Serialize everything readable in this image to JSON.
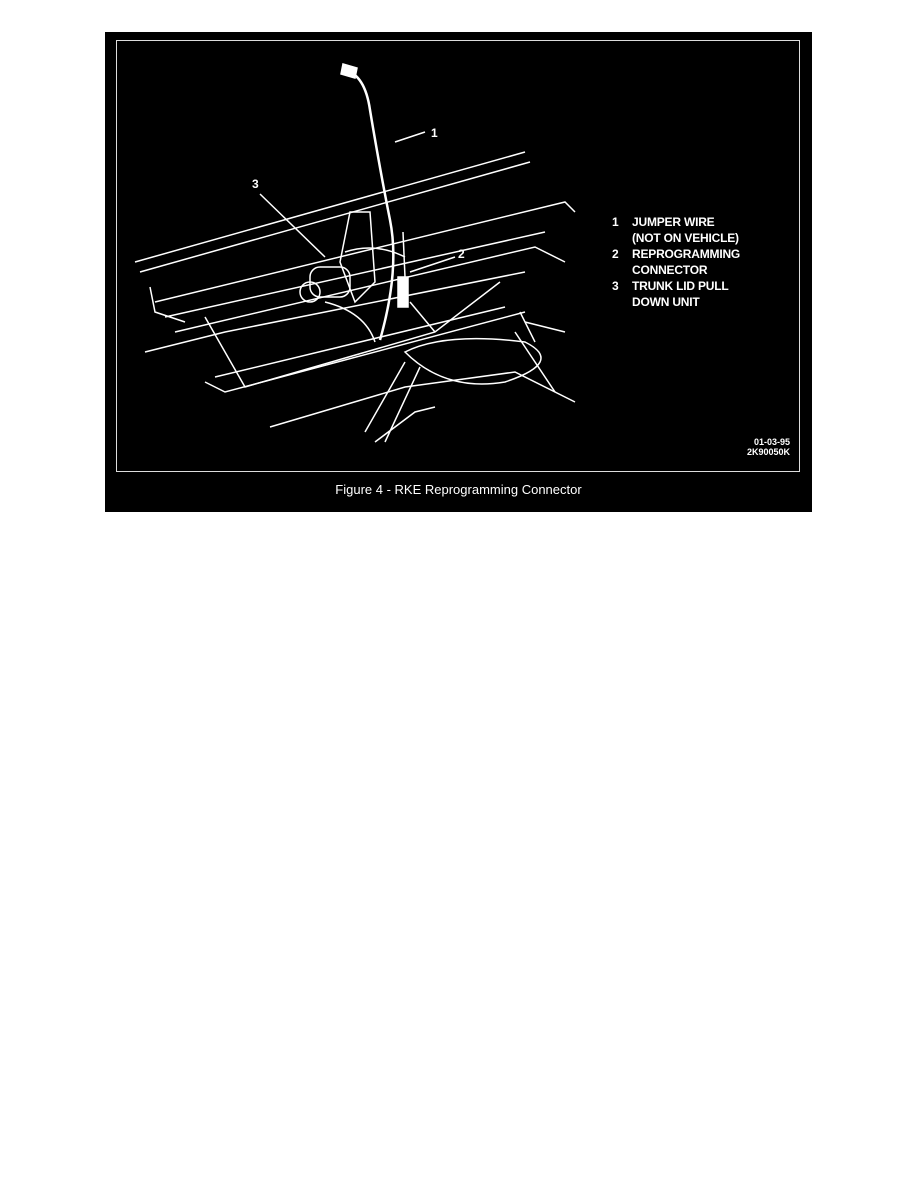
{
  "figure": {
    "caption": "Figure 4 - RKE Reprogramming Connector",
    "callouts": [
      "1",
      "2",
      "3"
    ],
    "legend": [
      {
        "num": "1",
        "lines": [
          "JUMPER WIRE",
          "(NOT ON VEHICLE)"
        ]
      },
      {
        "num": "2",
        "lines": [
          "REPROGRAMMING",
          "CONNECTOR"
        ]
      },
      {
        "num": "3",
        "lines": [
          "TRUNK LID PULL",
          "DOWN UNIT"
        ]
      }
    ],
    "code": [
      "01-03-95",
      "2K90050K"
    ]
  }
}
